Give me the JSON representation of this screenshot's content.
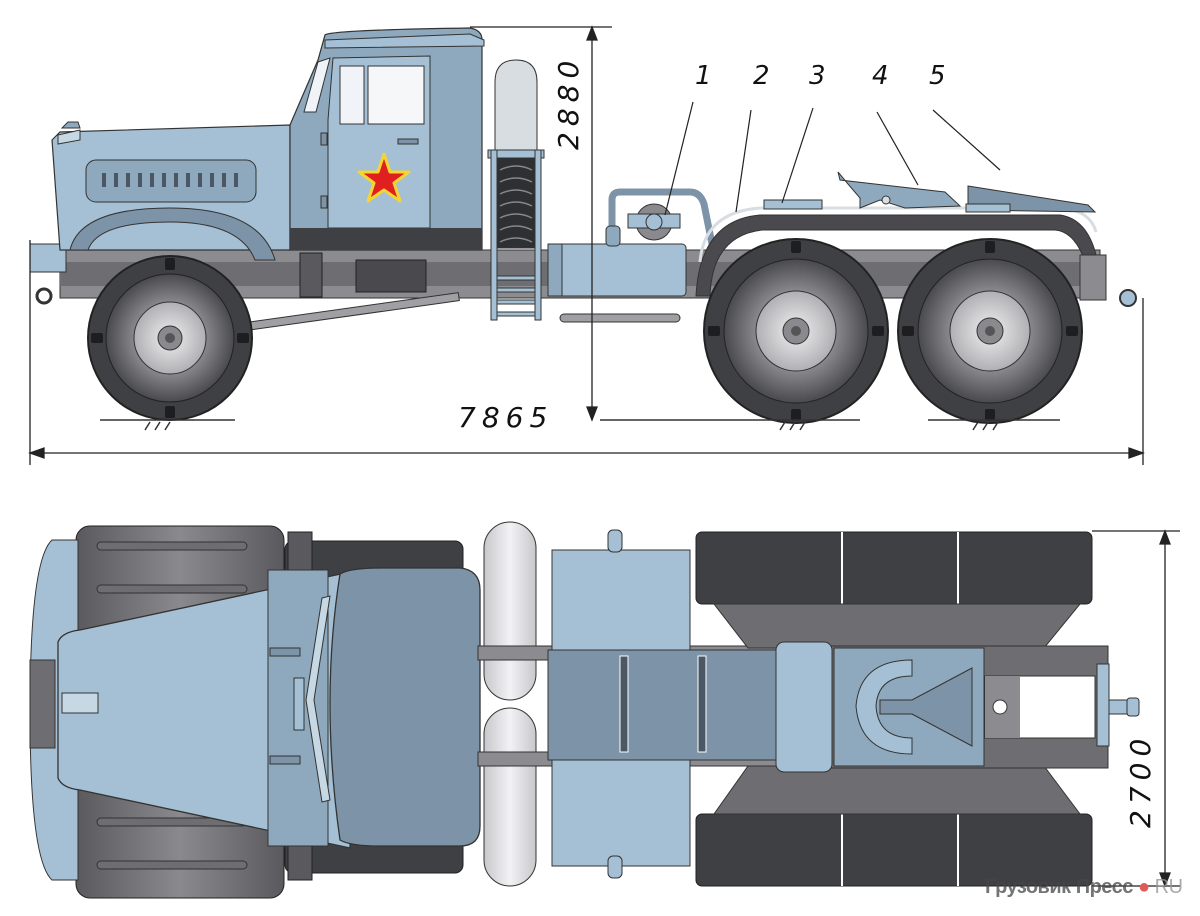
{
  "diagram": {
    "subject": "6x6 truck tractor, side and top orthographic views",
    "colors": {
      "body_light": "#a5c0d4",
      "body_mid": "#8ea9bd",
      "body_dark": "#7d93a7",
      "tire": "#3f4044",
      "chassis_gray": "#6e6e72",
      "star_red": "#e02020",
      "star_outline": "#f5d532",
      "line": "#111111"
    },
    "side_view": {
      "dimensions": {
        "height": "2880",
        "length": "7865"
      },
      "callouts": [
        {
          "label": "1"
        },
        {
          "label": "2"
        },
        {
          "label": "3"
        },
        {
          "label": "4"
        },
        {
          "label": "5"
        }
      ]
    },
    "top_view": {
      "dimensions": {
        "width": "2700"
      }
    },
    "watermark": {
      "text": "Грузовик Пресс",
      "dot": "●",
      "suffix": "RU"
    }
  }
}
